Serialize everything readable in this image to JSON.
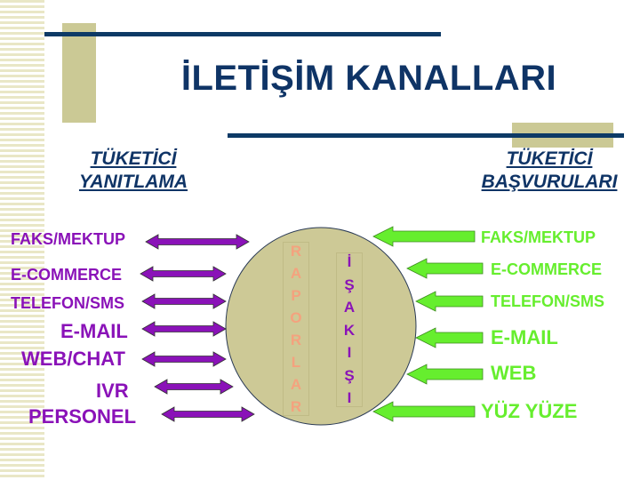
{
  "title": "İLETİŞİM KANALLARI",
  "left_heading": [
    "TÜKETİCİ",
    "YANITLAMA"
  ],
  "right_heading": [
    "TÜKETİCİ",
    "BAŞVURULARI"
  ],
  "left_channels": [
    "FAKS/MEKTUP",
    "E-COMMERCE",
    "TELEFON/SMS",
    "E-MAIL",
    "WEB/CHAT",
    "IVR",
    "PERSONEL"
  ],
  "right_channels": [
    "FAKS/MEKTUP",
    "E-COMMERCE",
    "TELEFON/SMS",
    "E-MAIL",
    "WEB",
    "YÜZ YÜZE"
  ],
  "circle_columns": {
    "raporlar": [
      "R",
      "A",
      "P",
      "O",
      "R",
      "L",
      "A",
      "R"
    ],
    "is_akisi": [
      "İ",
      "Ş",
      "A",
      "K",
      "I",
      "Ş",
      "I"
    ]
  },
  "colors": {
    "title": "#0f3466",
    "left_labels": "#8a12b8",
    "left_arrows": "#8a12b8",
    "right_labels": "#66ee2e",
    "right_arrows": "#66ee2e",
    "circle_fill": "#cdc996",
    "raporlar_letters": "#f4a27e",
    "is_akisi_letters": "#8a12b8"
  }
}
